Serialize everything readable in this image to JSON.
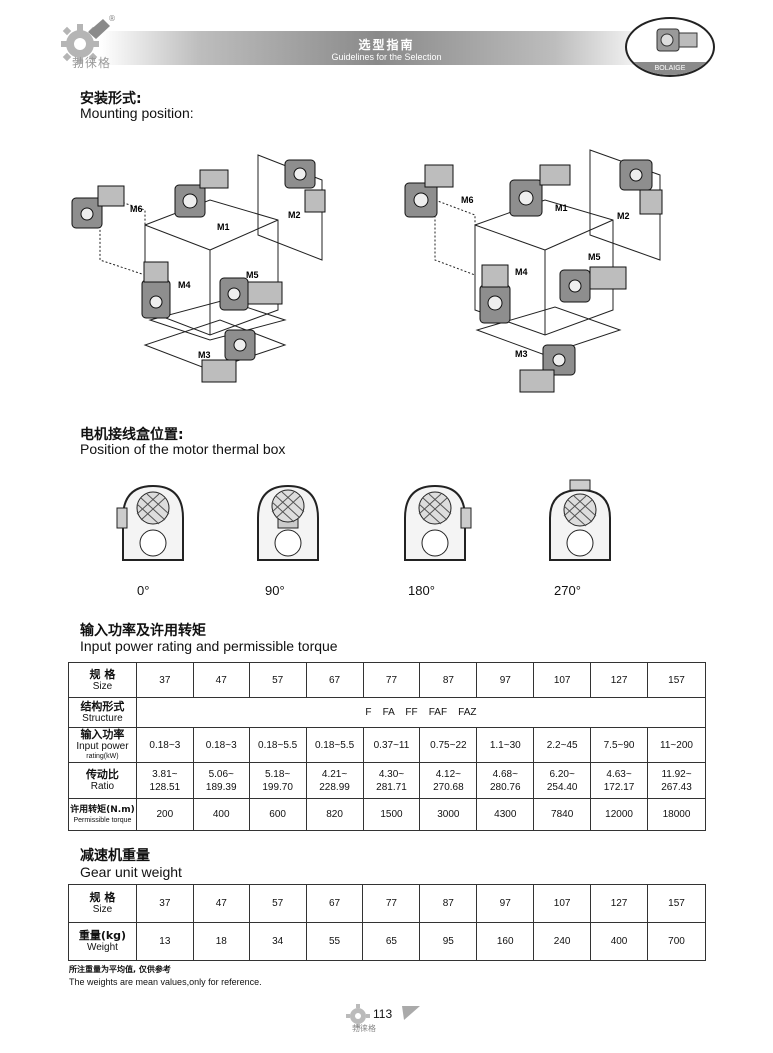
{
  "header": {
    "title_cn": "选型指南",
    "title_en": "Guidelines for the Selection",
    "logo_text": "勃徕格",
    "reg_mark": "®",
    "brand": "BOLAIGE"
  },
  "mounting": {
    "title_cn": "安装形式:",
    "title_en": "Mounting position:",
    "left_labels": [
      "M6",
      "M1",
      "M2",
      "M4",
      "M5",
      "M3"
    ],
    "right_labels": [
      "M6",
      "M1",
      "M2",
      "M4",
      "M5",
      "M3"
    ]
  },
  "thermal": {
    "title_cn": "电机接线盒位置:",
    "title_en": "Position of the motor thermal box",
    "positions": [
      "0°",
      "90°",
      "180°",
      "270°"
    ]
  },
  "power": {
    "title_cn": "输入功率及许用转矩",
    "title_en": "Input power rating and permissible torque",
    "size_cn": "规 格",
    "size_en": "Size",
    "sizes": [
      "37",
      "47",
      "57",
      "67",
      "77",
      "87",
      "97",
      "107",
      "127",
      "157"
    ],
    "structure_cn": "结构形式",
    "structure_en": "Structure",
    "structure_value": "F    FA    FF    FAF    FAZ",
    "input_cn": "输入功率",
    "input_en": "Input power",
    "input_en2": "rating(kW)",
    "input_values": [
      "0.18~3",
      "0.18~3",
      "0.18~5.5",
      "0.18~5.5",
      "0.37~11",
      "0.75~22",
      "1.1~30",
      "2.2~45",
      "7.5~90",
      "11~200"
    ],
    "ratio_cn": "传动比",
    "ratio_en": "Ratio",
    "ratio_top": [
      "3.81~",
      "5.06~",
      "5.18~",
      "4.21~",
      "4.30~",
      "4.12~",
      "4.68~",
      "6.20~",
      "4.63~",
      "11.92~"
    ],
    "ratio_bottom": [
      "128.51",
      "189.39",
      "199.70",
      "228.99",
      "281.71",
      "270.68",
      "280.76",
      "254.40",
      "172.17",
      "267.43"
    ],
    "torque_cn": "许用转矩(N.m)",
    "torque_en": "Permissible torque",
    "torque_values": [
      "200",
      "400",
      "600",
      "820",
      "1500",
      "3000",
      "4300",
      "7840",
      "12000",
      "18000"
    ]
  },
  "weight": {
    "title_cn": "减速机重量",
    "title_en": "Gear unit weight",
    "size_cn": "规 格",
    "size_en": "Size",
    "sizes": [
      "37",
      "47",
      "57",
      "67",
      "77",
      "87",
      "97",
      "107",
      "127",
      "157"
    ],
    "weight_cn": "重量(kg)",
    "weight_en": "Weight",
    "weight_values": [
      "13",
      "18",
      "34",
      "55",
      "65",
      "95",
      "160",
      "240",
      "400",
      "700"
    ]
  },
  "notes": {
    "cn": "所注重量为平均值, 仅供参考",
    "en": "The weights are mean values,only for reference."
  },
  "footer": {
    "page_number": "113",
    "logo_text": "勃徕格"
  }
}
